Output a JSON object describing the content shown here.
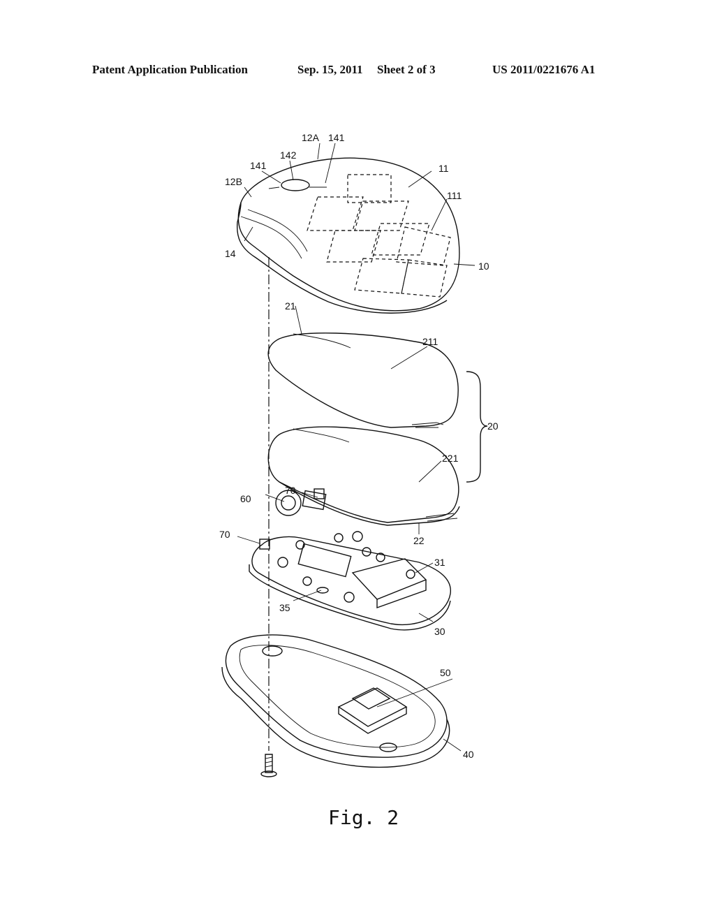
{
  "header": {
    "publication": "Patent Application Publication",
    "date": "Sep. 15, 2011",
    "sheet": "Sheet 2 of 3",
    "number": "US 2011/0221676 A1"
  },
  "figure": {
    "caption": "Fig. 2",
    "labels": {
      "l12A": "12A",
      "l141a": "141",
      "l142": "142",
      "l141b": "141",
      "l12B": "12B",
      "l11": "11",
      "l111": "111",
      "l14": "14",
      "l10": "10",
      "l21": "21",
      "l211": "211",
      "l20": "20",
      "l221": "221",
      "l22": "22",
      "l70a": "70",
      "l60": "60",
      "l70b": "70",
      "l31": "31",
      "l35": "35",
      "l30": "30",
      "l50": "50",
      "l40": "40"
    }
  }
}
